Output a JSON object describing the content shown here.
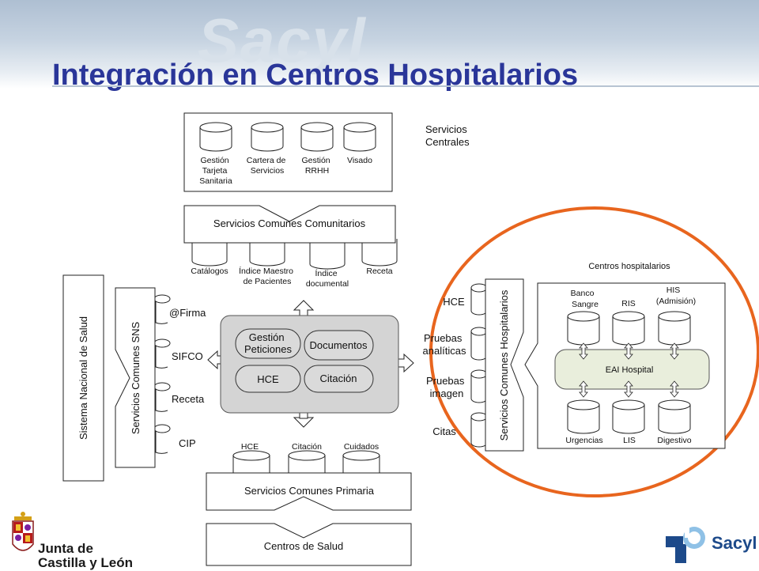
{
  "header": {
    "title": "Integración en Centros Hospitalarios",
    "watermark": "Sacyl"
  },
  "central": {
    "title": [
      "Servicios",
      "Centrales"
    ],
    "databases": [
      [
        "Gestión",
        "Tarjeta",
        "Sanitaria"
      ],
      [
        "Cartera de",
        "Servicios"
      ],
      [
        "Gestión",
        "RRHH"
      ],
      [
        "Visado"
      ]
    ],
    "comunitarios_label": "Servicios Comunes Comunitarios",
    "lower_databases": [
      [
        "Catálogos"
      ],
      [
        "Índice Maestro",
        "de Pacientes"
      ],
      [
        "Índice",
        "documental"
      ],
      [
        "Receta"
      ]
    ]
  },
  "sns": {
    "vertical_label": "Sistema Nacional de Salud",
    "services_label": "Servicios Comunes SNS",
    "databases": [
      "@Firma",
      "SIFCO",
      "Receta",
      "CIP"
    ]
  },
  "core": {
    "pills": [
      [
        "Gestión",
        "Peticiones"
      ],
      [
        "Documentos"
      ],
      [
        "HCE"
      ],
      [
        "Citación"
      ]
    ]
  },
  "primaria": {
    "databases": [
      "HCE",
      "Citación",
      "Cuidados"
    ],
    "services_label": "Servicios Comunes Primaria",
    "centros_label": "Centros de Salud"
  },
  "hospital": {
    "region_title": "Centros hospitalarios",
    "services_label": "Servicios Comunes Hospitalarios",
    "left_databases": [
      [
        "HCE"
      ],
      [
        "Pruebas",
        "analíticas"
      ],
      [
        "Pruebas",
        "imagen"
      ],
      [
        "Citas"
      ]
    ],
    "top_databases": [
      [
        "Banco",
        "Sangre"
      ],
      [
        "RIS"
      ],
      [
        "HIS",
        "(Admisión)"
      ]
    ],
    "eai_label": "EAI Hospital",
    "bottom_databases": [
      "Urgencias",
      "LIS",
      "Digestivo"
    ]
  },
  "footer": {
    "left_logo": [
      "Junta de",
      "Castilla y León"
    ],
    "right_logo": "Sacyl"
  },
  "colors": {
    "title": "#2a3699",
    "orange_ring": "#e8651e",
    "core_fill": "#d4d4d4",
    "eai_fill": "#e9eedc"
  }
}
